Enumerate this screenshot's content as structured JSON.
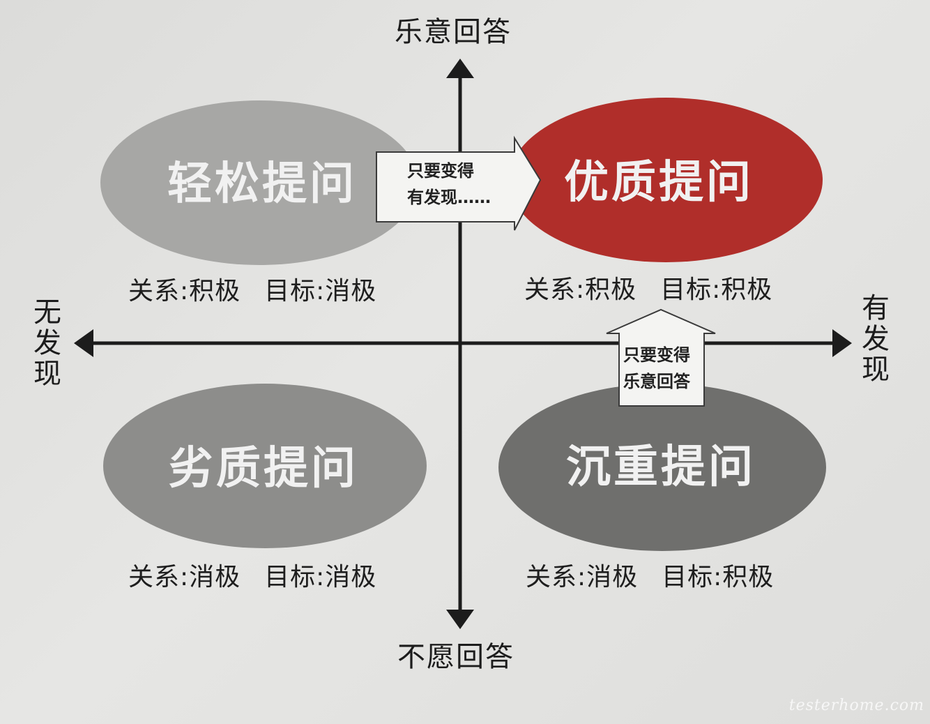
{
  "axes": {
    "top": "乐意回答",
    "bottom": "不愿回答",
    "left": "无发现",
    "right": "有发现"
  },
  "quadrants": {
    "top_left": {
      "title": "轻松提问",
      "relation": "关系:积极",
      "goal": "目标:消极",
      "color": "#a7a7a5"
    },
    "top_right": {
      "title": "优质提问",
      "relation": "关系:积极",
      "goal": "目标:积极",
      "color": "#b02e2a"
    },
    "bottom_left": {
      "title": "劣质提问",
      "relation": "关系:消极",
      "goal": "目标:消极",
      "color": "#8d8d8b"
    },
    "bottom_right": {
      "title": "沉重提问",
      "relation": "关系:消极",
      "goal": "目标:积极",
      "color": "#6f6f6d"
    }
  },
  "callouts": {
    "right_arrow": {
      "line1": "只要变得",
      "line2": "有发现……"
    },
    "up_arrow": {
      "line1": "只要变得",
      "line2": "乐意回答"
    }
  },
  "watermark": "testerhome.com"
}
